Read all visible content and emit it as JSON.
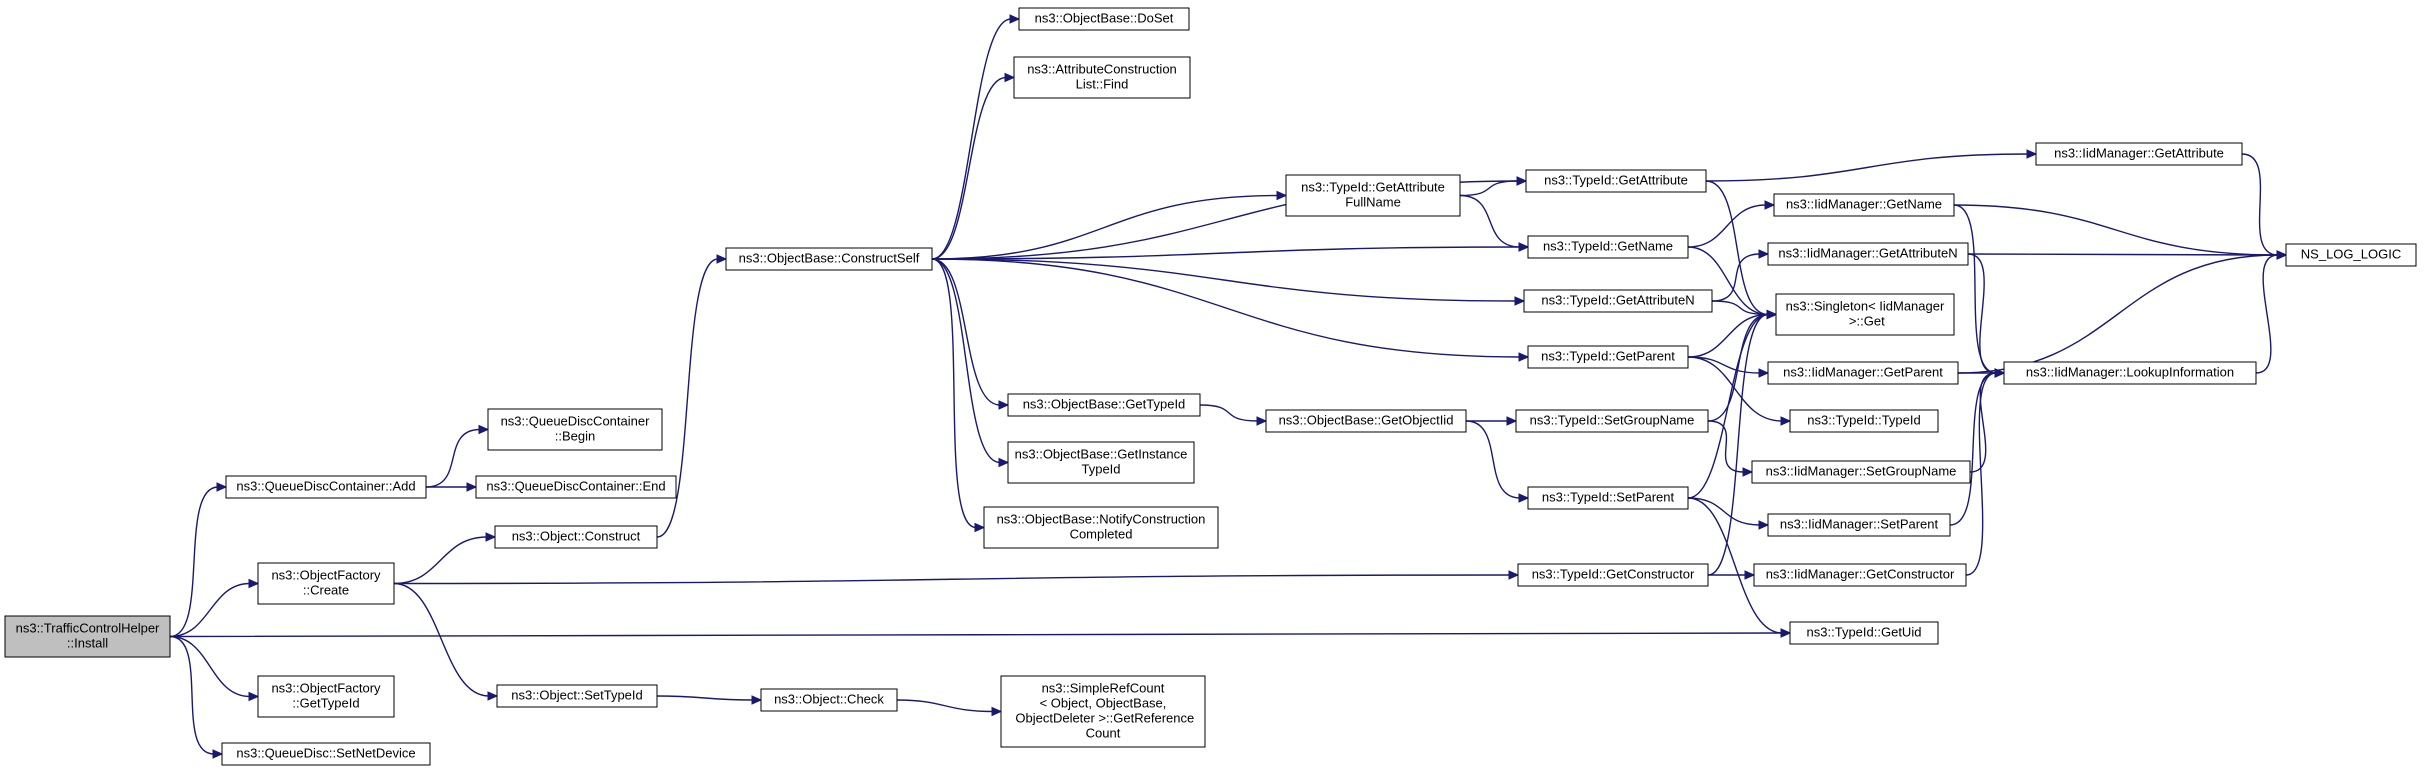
{
  "graph": {
    "colors": {
      "node_fill": "#ffffff",
      "root_fill": "#bfbfbf",
      "border": "#000000",
      "edge": "#191970"
    },
    "nodes": [
      {
        "id": "root",
        "lines": [
          "ns3::TrafficControlHelper",
          "::Install"
        ],
        "root": true
      },
      {
        "id": "qdc_add",
        "lines": [
          "ns3::QueueDiscContainer::Add"
        ]
      },
      {
        "id": "of_create",
        "lines": [
          "ns3::ObjectFactory",
          "::Create"
        ]
      },
      {
        "id": "of_gettypeid",
        "lines": [
          "ns3::ObjectFactory",
          "::GetTypeId"
        ]
      },
      {
        "id": "qd_setnetdevice",
        "lines": [
          "ns3::QueueDisc::SetNetDevice"
        ]
      },
      {
        "id": "qdc_begin",
        "lines": [
          "ns3::QueueDiscContainer",
          "::Begin"
        ]
      },
      {
        "id": "qdc_end",
        "lines": [
          "ns3::QueueDiscContainer::End"
        ]
      },
      {
        "id": "obj_construct",
        "lines": [
          "ns3::Object::Construct"
        ]
      },
      {
        "id": "obj_settypeid",
        "lines": [
          "ns3::Object::SetTypeId"
        ]
      },
      {
        "id": "obj_check",
        "lines": [
          "ns3::Object::Check"
        ]
      },
      {
        "id": "src_getrefcount",
        "lines": [
          "ns3::SimpleRefCount",
          "< Object, ObjectBase,",
          " ObjectDeleter >::GetReference",
          "Count"
        ]
      },
      {
        "id": "ob_constructself",
        "lines": [
          "ns3::ObjectBase::ConstructSelf"
        ]
      },
      {
        "id": "ob_doset",
        "lines": [
          "ns3::ObjectBase::DoSet"
        ]
      },
      {
        "id": "acl_find",
        "lines": [
          "ns3::AttributeConstruction",
          "List::Find"
        ]
      },
      {
        "id": "ob_gettypeid",
        "lines": [
          "ns3::ObjectBase::GetTypeId"
        ]
      },
      {
        "id": "ob_getinstancetypeid",
        "lines": [
          "ns3::ObjectBase::GetInstance",
          "TypeId"
        ]
      },
      {
        "id": "ob_notify",
        "lines": [
          "ns3::ObjectBase::NotifyConstruction",
          "Completed"
        ]
      },
      {
        "id": "ob_getobjectiid",
        "lines": [
          "ns3::ObjectBase::GetObjectIid"
        ]
      },
      {
        "id": "tid_getattrfullname",
        "lines": [
          "ns3::TypeId::GetAttribute",
          "FullName"
        ]
      },
      {
        "id": "tid_getattribute",
        "lines": [
          "ns3::TypeId::GetAttribute"
        ]
      },
      {
        "id": "tid_getname",
        "lines": [
          "ns3::TypeId::GetName"
        ]
      },
      {
        "id": "tid_getattributen",
        "lines": [
          "ns3::TypeId::GetAttributeN"
        ]
      },
      {
        "id": "tid_getparent",
        "lines": [
          "ns3::TypeId::GetParent"
        ]
      },
      {
        "id": "tid_setgroupname",
        "lines": [
          "ns3::TypeId::SetGroupName"
        ]
      },
      {
        "id": "tid_setparent",
        "lines": [
          "ns3::TypeId::SetParent"
        ]
      },
      {
        "id": "tid_getconstructor",
        "lines": [
          "ns3::TypeId::GetConstructor"
        ]
      },
      {
        "id": "tid_getuid",
        "lines": [
          "ns3::TypeId::GetUid"
        ]
      },
      {
        "id": "tid_typeid",
        "lines": [
          "ns3::TypeId::TypeId"
        ]
      },
      {
        "id": "singleton_get",
        "lines": [
          "ns3::Singleton< IidManager",
          " >::Get"
        ]
      },
      {
        "id": "iid_getattribute",
        "lines": [
          "ns3::IidManager::GetAttribute"
        ]
      },
      {
        "id": "iid_getname",
        "lines": [
          "ns3::IidManager::GetName"
        ]
      },
      {
        "id": "iid_getattributen",
        "lines": [
          "ns3::IidManager::GetAttributeN"
        ]
      },
      {
        "id": "iid_getparent",
        "lines": [
          "ns3::IidManager::GetParent"
        ]
      },
      {
        "id": "iid_setgroupname",
        "lines": [
          "ns3::IidManager::SetGroupName"
        ]
      },
      {
        "id": "iid_setparent",
        "lines": [
          "ns3::IidManager::SetParent"
        ]
      },
      {
        "id": "iid_getconstructor",
        "lines": [
          "ns3::IidManager::GetConstructor"
        ]
      },
      {
        "id": "iid_lookup",
        "lines": [
          "ns3::IidManager::LookupInformation"
        ]
      },
      {
        "id": "ns_log_logic",
        "lines": [
          "NS_LOG_LOGIC"
        ]
      }
    ],
    "edges": [
      [
        "root",
        "qdc_add"
      ],
      [
        "root",
        "of_create"
      ],
      [
        "root",
        "of_gettypeid"
      ],
      [
        "root",
        "qd_setnetdevice"
      ],
      [
        "root",
        "tid_getuid"
      ],
      [
        "qdc_add",
        "qdc_begin"
      ],
      [
        "qdc_add",
        "qdc_end"
      ],
      [
        "of_create",
        "obj_construct"
      ],
      [
        "of_create",
        "obj_settypeid"
      ],
      [
        "of_create",
        "tid_getconstructor"
      ],
      [
        "obj_construct",
        "ob_constructself"
      ],
      [
        "obj_settypeid",
        "obj_check"
      ],
      [
        "obj_check",
        "src_getrefcount"
      ],
      [
        "ob_constructself",
        "ob_doset"
      ],
      [
        "ob_constructself",
        "acl_find"
      ],
      [
        "ob_constructself",
        "tid_getattrfullname"
      ],
      [
        "ob_constructself",
        "tid_getattribute"
      ],
      [
        "ob_constructself",
        "tid_getname"
      ],
      [
        "ob_constructself",
        "tid_getattributen"
      ],
      [
        "ob_constructself",
        "tid_getparent"
      ],
      [
        "ob_constructself",
        "ob_gettypeid"
      ],
      [
        "ob_constructself",
        "ob_getinstancetypeid"
      ],
      [
        "ob_constructself",
        "ob_notify"
      ],
      [
        "ob_gettypeid",
        "ob_getobjectiid"
      ],
      [
        "ob_getobjectiid",
        "tid_setgroupname"
      ],
      [
        "ob_getobjectiid",
        "tid_setparent"
      ],
      [
        "tid_getattrfullname",
        "tid_getattribute"
      ],
      [
        "tid_getattrfullname",
        "tid_getname"
      ],
      [
        "tid_getattribute",
        "iid_getattribute"
      ],
      [
        "tid_getattribute",
        "singleton_get"
      ],
      [
        "tid_getname",
        "iid_getname"
      ],
      [
        "tid_getname",
        "singleton_get"
      ],
      [
        "tid_getattributen",
        "iid_getattributen"
      ],
      [
        "tid_getattributen",
        "singleton_get"
      ],
      [
        "tid_getparent",
        "singleton_get"
      ],
      [
        "tid_getparent",
        "iid_getparent"
      ],
      [
        "tid_getparent",
        "tid_typeid"
      ],
      [
        "tid_setgroupname",
        "singleton_get"
      ],
      [
        "tid_setgroupname",
        "iid_setgroupname"
      ],
      [
        "tid_setparent",
        "singleton_get"
      ],
      [
        "tid_setparent",
        "iid_setparent"
      ],
      [
        "tid_setparent",
        "tid_getuid"
      ],
      [
        "tid_getconstructor",
        "singleton_get"
      ],
      [
        "tid_getconstructor",
        "iid_getconstructor"
      ],
      [
        "iid_getattribute",
        "ns_log_logic"
      ],
      [
        "iid_getname",
        "ns_log_logic"
      ],
      [
        "iid_getname",
        "iid_lookup"
      ],
      [
        "iid_getattributen",
        "ns_log_logic"
      ],
      [
        "iid_getattributen",
        "iid_lookup"
      ],
      [
        "iid_getparent",
        "ns_log_logic"
      ],
      [
        "iid_getparent",
        "iid_lookup"
      ],
      [
        "iid_setgroupname",
        "iid_lookup"
      ],
      [
        "iid_setparent",
        "iid_lookup"
      ],
      [
        "iid_getconstructor",
        "iid_lookup"
      ],
      [
        "iid_lookup",
        "ns_log_logic"
      ]
    ]
  }
}
